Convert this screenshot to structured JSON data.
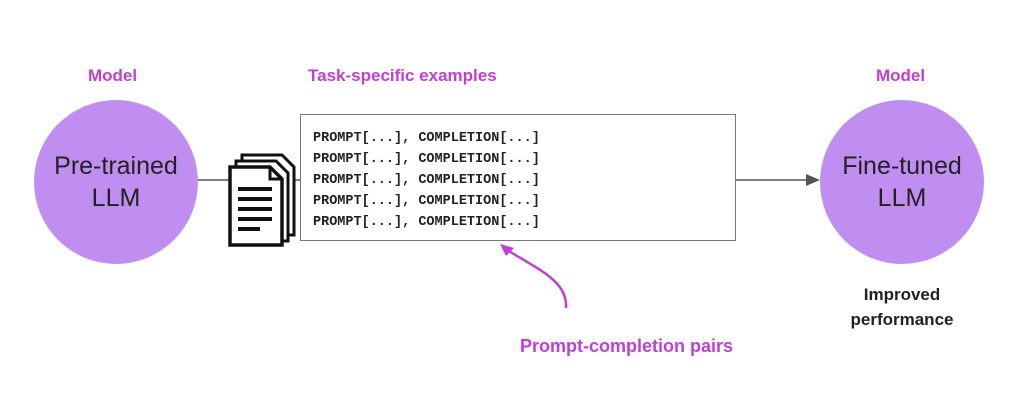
{
  "left_model": {
    "heading": "Model",
    "line1": "Pre-trained",
    "line2": "LLM"
  },
  "examples": {
    "heading": "Task-specific examples",
    "rows": [
      "PROMPT[...], COMPLETION[...]",
      "PROMPT[...], COMPLETION[...]",
      "PROMPT[...], COMPLETION[...]",
      "PROMPT[...], COMPLETION[...]",
      "PROMPT[...], COMPLETION[...]"
    ],
    "annotation": "Prompt-completion pairs"
  },
  "right_model": {
    "heading": "Model",
    "line1": "Fine-tuned",
    "line2": "LLM",
    "caption_line1": "Improved",
    "caption_line2": "performance"
  },
  "colors": {
    "accent": "#c13fd6",
    "circle_fill": "#bf8ef0",
    "text": "#222222"
  },
  "icons": {
    "documents": "documents-icon"
  }
}
